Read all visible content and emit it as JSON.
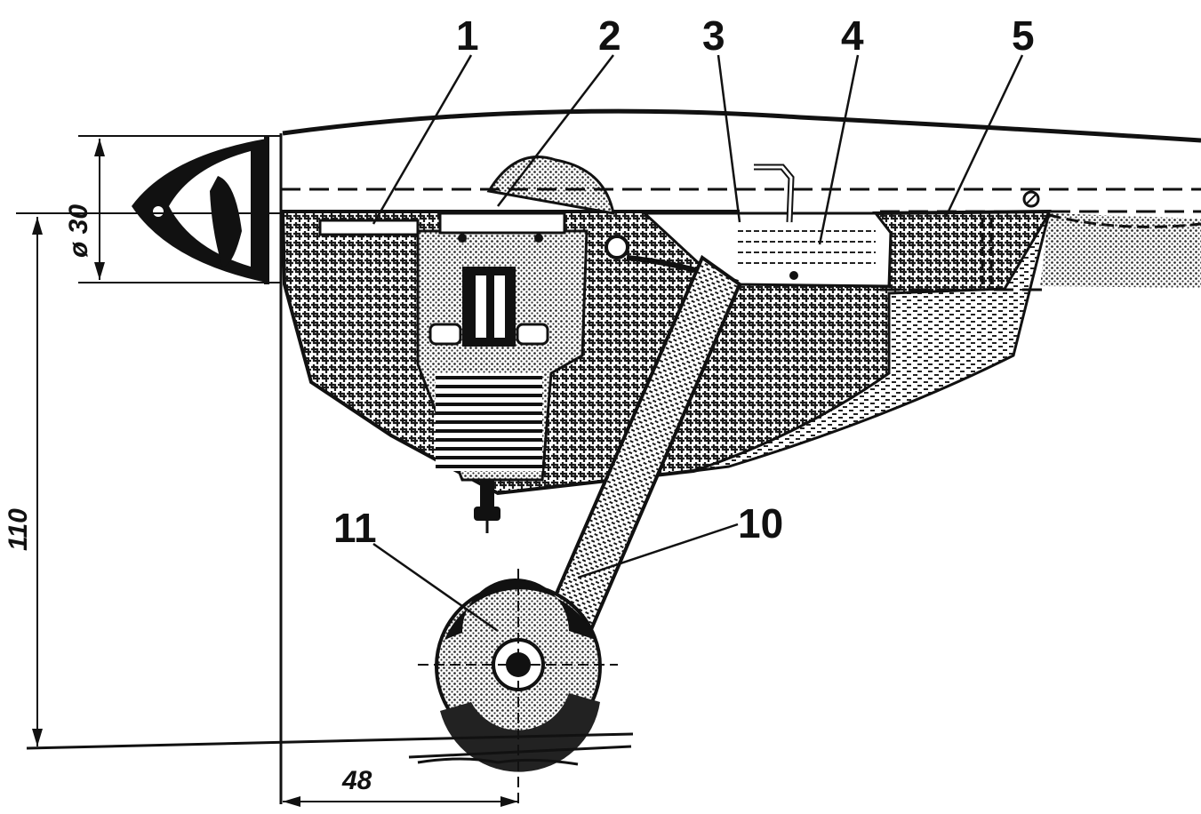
{
  "callouts": [
    "1",
    "2",
    "3",
    "4",
    "5",
    "10",
    "11"
  ],
  "dimensions": {
    "diameter": "ø 30",
    "height": "110",
    "offset": "48"
  },
  "colors": {
    "ink": "#111111",
    "paper": "#ffffff",
    "hatch": "#2a2a2a"
  }
}
